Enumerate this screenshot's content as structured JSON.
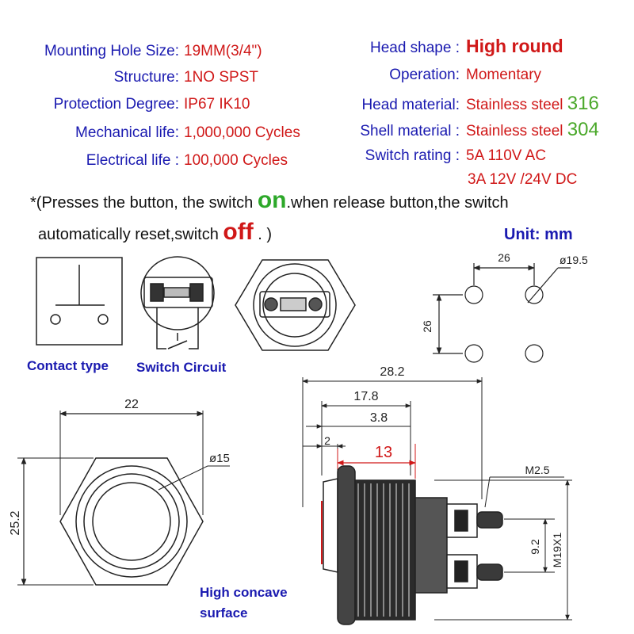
{
  "specs_left": [
    {
      "label": "Mounting Hole  Size:",
      "value": "19MM(3/4\")"
    },
    {
      "label": "Structure:",
      "value": "1NO  SPST"
    },
    {
      "label": "Protection  Degree:",
      "value": "IP67  IK10"
    },
    {
      "label": "Mechanical life:",
      "value": "1,000,000 Cycles"
    },
    {
      "label": "Electrical  life :",
      "value": "100,000 Cycles"
    }
  ],
  "specs_right": [
    {
      "label": "Head shape :",
      "value": "High round",
      "num": ""
    },
    {
      "label": "Operation:",
      "value": "Momentary",
      "num": ""
    },
    {
      "label": "Head material:",
      "value": "Stainless steel",
      "num": "316"
    },
    {
      "label": "Shell material :",
      "value": "Stainless steel",
      "num": "304"
    },
    {
      "label": "Switch rating :",
      "value": "5A 110V AC",
      "num": ""
    }
  ],
  "rating_line2": "3A 12V /24V DC",
  "note": {
    "part1": "*(Presses  the  button, the  switch ",
    "on": "on",
    "part2": ".when release button,the switch",
    "part3": "automatically reset,switch ",
    "off": "off",
    "part4": " . )"
  },
  "unit": "Unit:  mm",
  "captions": {
    "contact_type": "Contact  type",
    "switch_circuit": "Switch Circuit",
    "concave_line1": "High concave",
    "concave_line2": "surface"
  },
  "dims": {
    "hole_spacing_h": "26",
    "hole_spacing_v": "26",
    "hole_dia": "ø19.5",
    "front_width": "22",
    "front_height": "25.2",
    "front_dia": "ø15",
    "total_len": "28.2",
    "len_17_8": "17.8",
    "len_3_8": "3.8",
    "len_2": "2",
    "len_13": "13",
    "screw": "M2.5",
    "pin_spacing": "9.2",
    "thread": "M19X1"
  },
  "colors": {
    "label_blue": "#1a1ab0",
    "value_red": "#d01818",
    "accent_green": "#4aa82a"
  }
}
